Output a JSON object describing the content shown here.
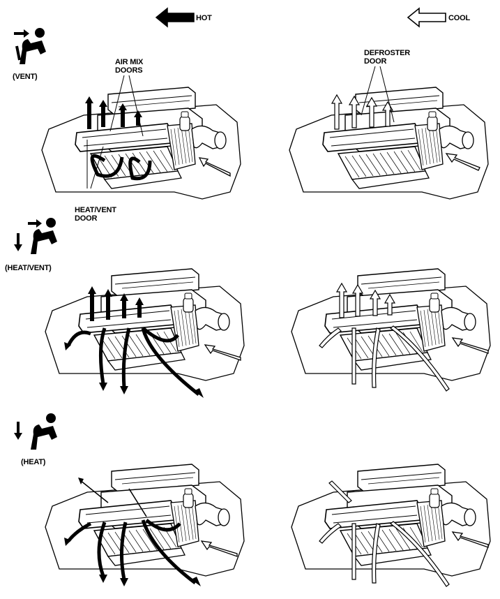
{
  "legend": {
    "hot": {
      "label": "HOT",
      "arrow_style": "solid-black"
    },
    "cool": {
      "label": "COOL",
      "arrow_style": "outline-white"
    }
  },
  "modes": [
    {
      "id": "vent",
      "label": "(VENT)",
      "icon": "vent-mode-icon"
    },
    {
      "id": "heat_vent",
      "label": "(HEAT/VENT)",
      "icon": "heat-vent-mode-icon"
    },
    {
      "id": "heat",
      "label": "(HEAT)",
      "icon": "heat-mode-icon"
    }
  ],
  "callouts": {
    "air_mix_doors": "AIR MIX\nDOORS",
    "defroster_door": "DEFROSTER\nDOOR",
    "heat_vent_door": "HEAT/VENT\nDOOR"
  },
  "colors": {
    "hot_airflow": "#000000",
    "cool_airflow": "#ffffff",
    "outline": "#000000",
    "background": "#ffffff"
  }
}
